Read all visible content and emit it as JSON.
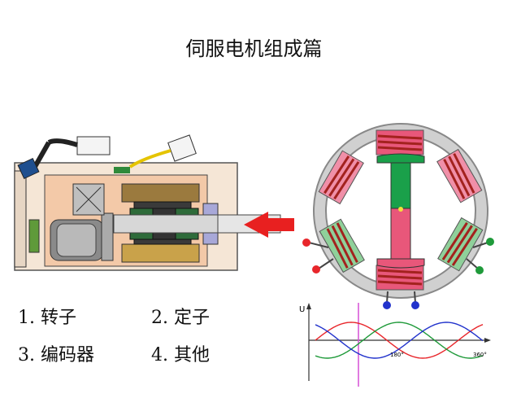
{
  "page": {
    "title": "伺服电机组成篇"
  },
  "legend": {
    "item1": "1. 转子",
    "item2": "2. 定子",
    "item3": "3. 编码器",
    "item4": "4. 其他"
  },
  "waveform": {
    "y_label": "U",
    "tick_180": "180°",
    "tick_360": "360°"
  },
  "colors": {
    "red_phase": "#e8262b",
    "green_phase": "#1f9a3a",
    "blue_phase": "#2233cc",
    "marker": "#d64fd6",
    "rotor_pink": "#e8577a",
    "rotor_green": "#1aa04a",
    "stator_ring": "#c8c8c8",
    "arrow": "#e82020"
  },
  "icons": {
    "arrow": "red-arrow-icon"
  }
}
